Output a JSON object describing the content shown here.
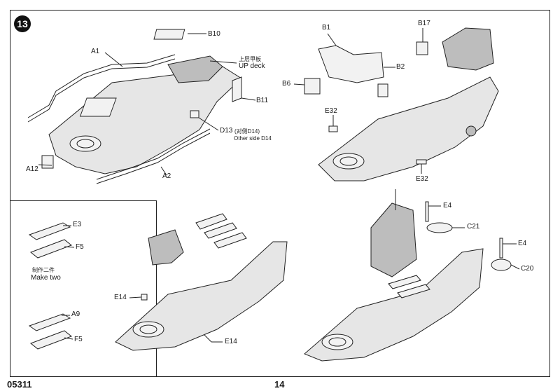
{
  "step": "13",
  "page": {
    "code": "05311",
    "number": "14"
  },
  "panel1": {
    "labels": {
      "b10": "B10",
      "a1": "A1",
      "up_deck_cn": "上层甲板",
      "up_deck": "UP deck",
      "b11": "B11",
      "d13": "D13",
      "d13_note_cn": "(对侧D14)",
      "other_side": "Other side D14",
      "a12": "A12",
      "a2": "A2"
    }
  },
  "panel2": {
    "labels": {
      "b1": "B1",
      "b17": "B17",
      "b2": "B2",
      "b6": "B6",
      "e32_top": "E32",
      "e32_bottom": "E32"
    }
  },
  "panel3": {
    "labels": {
      "e14_left": "E14",
      "e14_bottom": "E14"
    }
  },
  "panel4": {
    "labels": {
      "e4_top": "E4",
      "c21": "C21",
      "e4_right": "E4",
      "c20": "C20"
    }
  },
  "inset": {
    "labels": {
      "e3": "E3",
      "f5_top": "F5",
      "make_two_cn": "制作二件",
      "make_two": "Make two",
      "a9": "A9",
      "f5_bottom": "F5"
    }
  }
}
